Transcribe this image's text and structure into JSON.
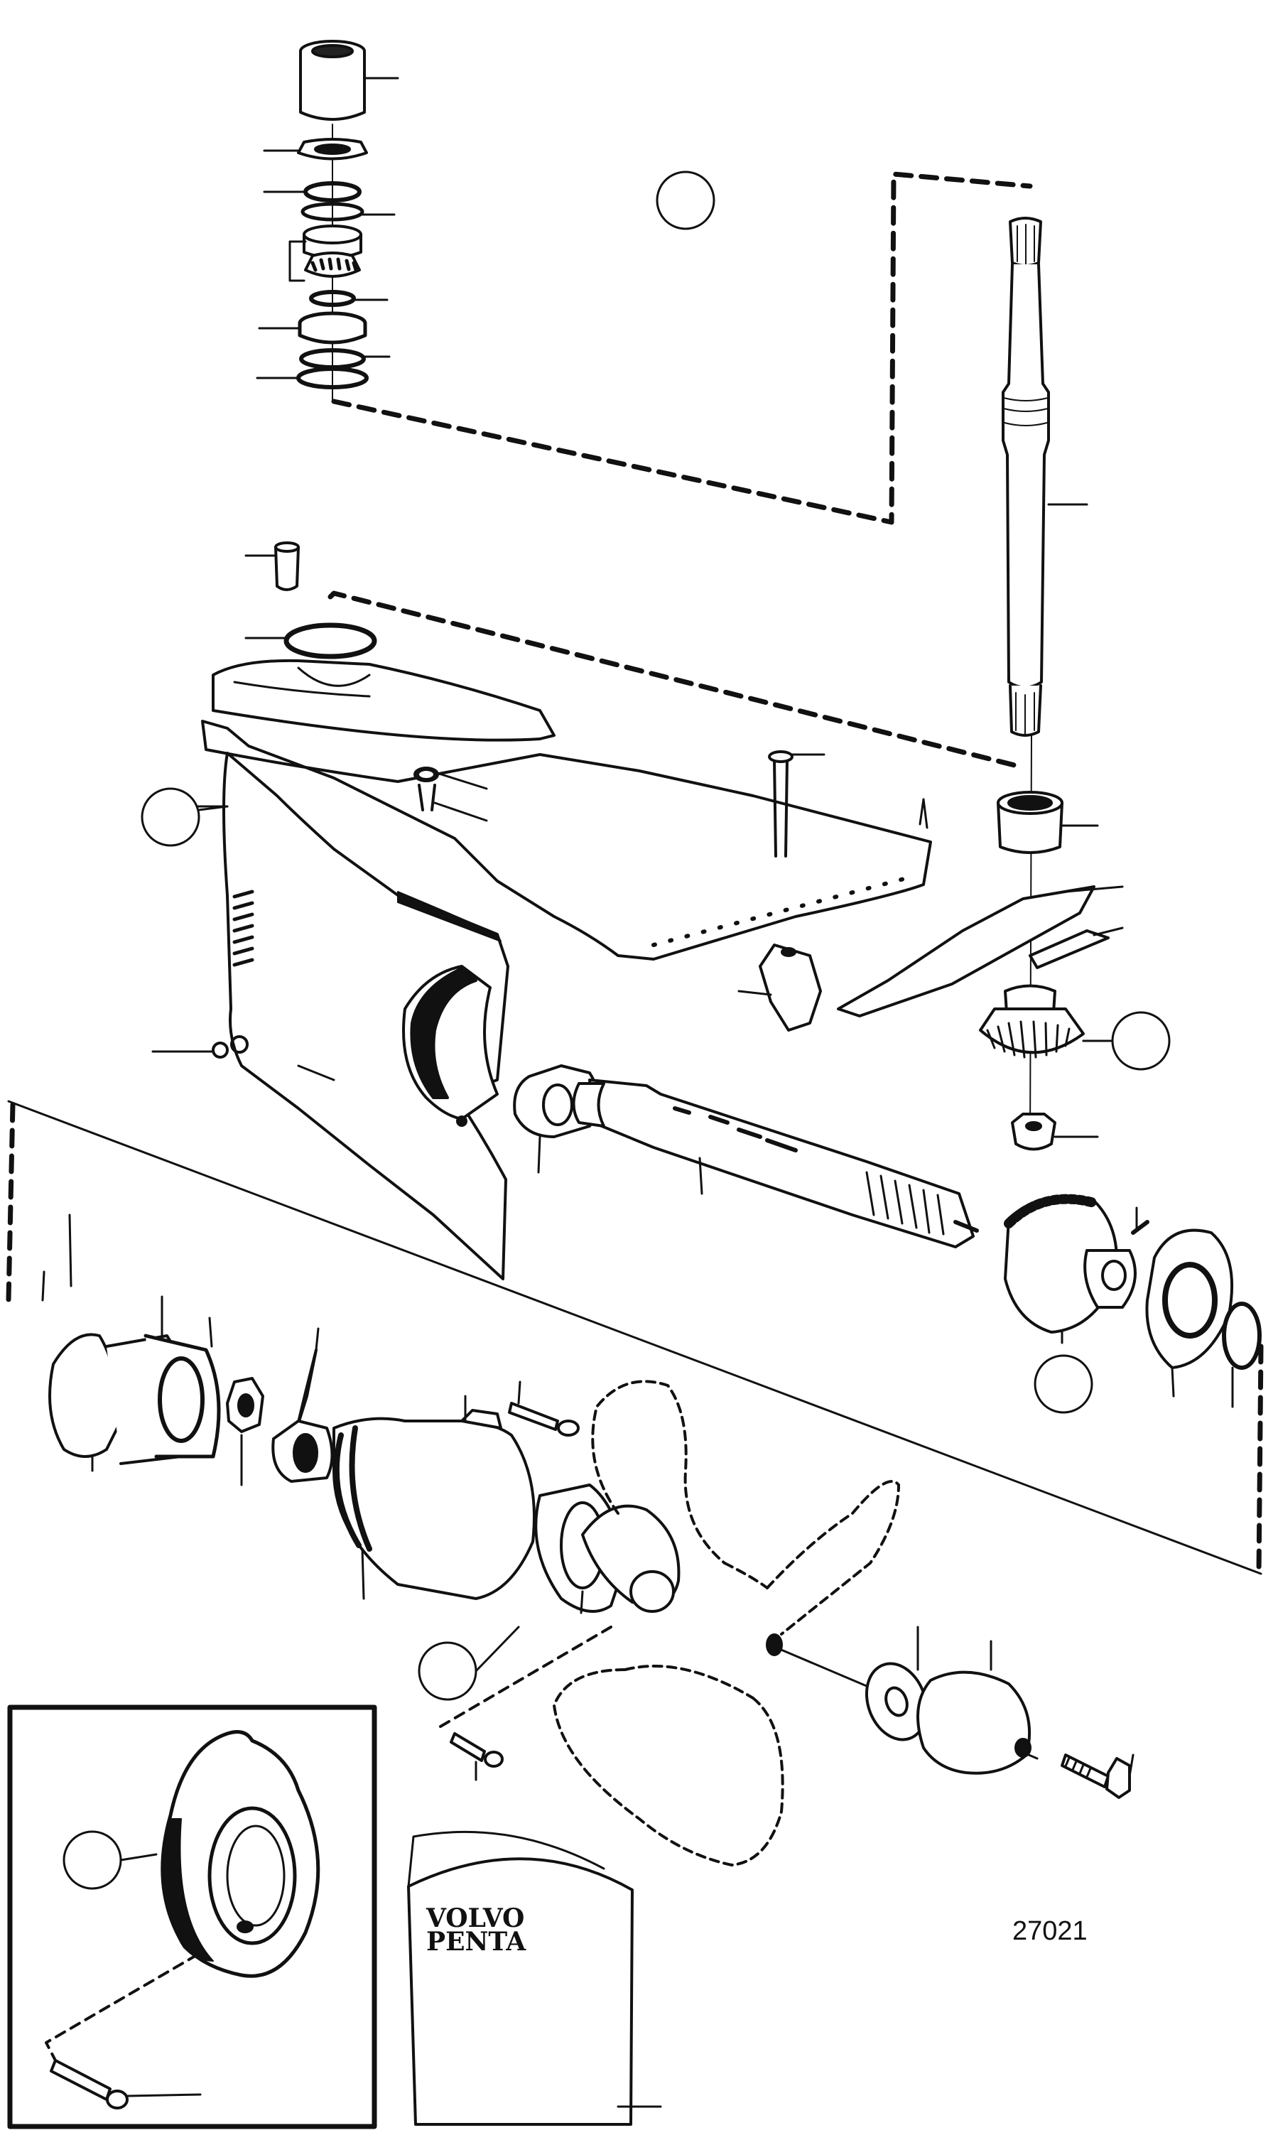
{
  "diagram": {
    "figure_number": "27021",
    "brand_lines": [
      "VOLVO",
      "PENTA"
    ],
    "colors": {
      "ink": "#111111",
      "paper": "#ffffff"
    }
  }
}
